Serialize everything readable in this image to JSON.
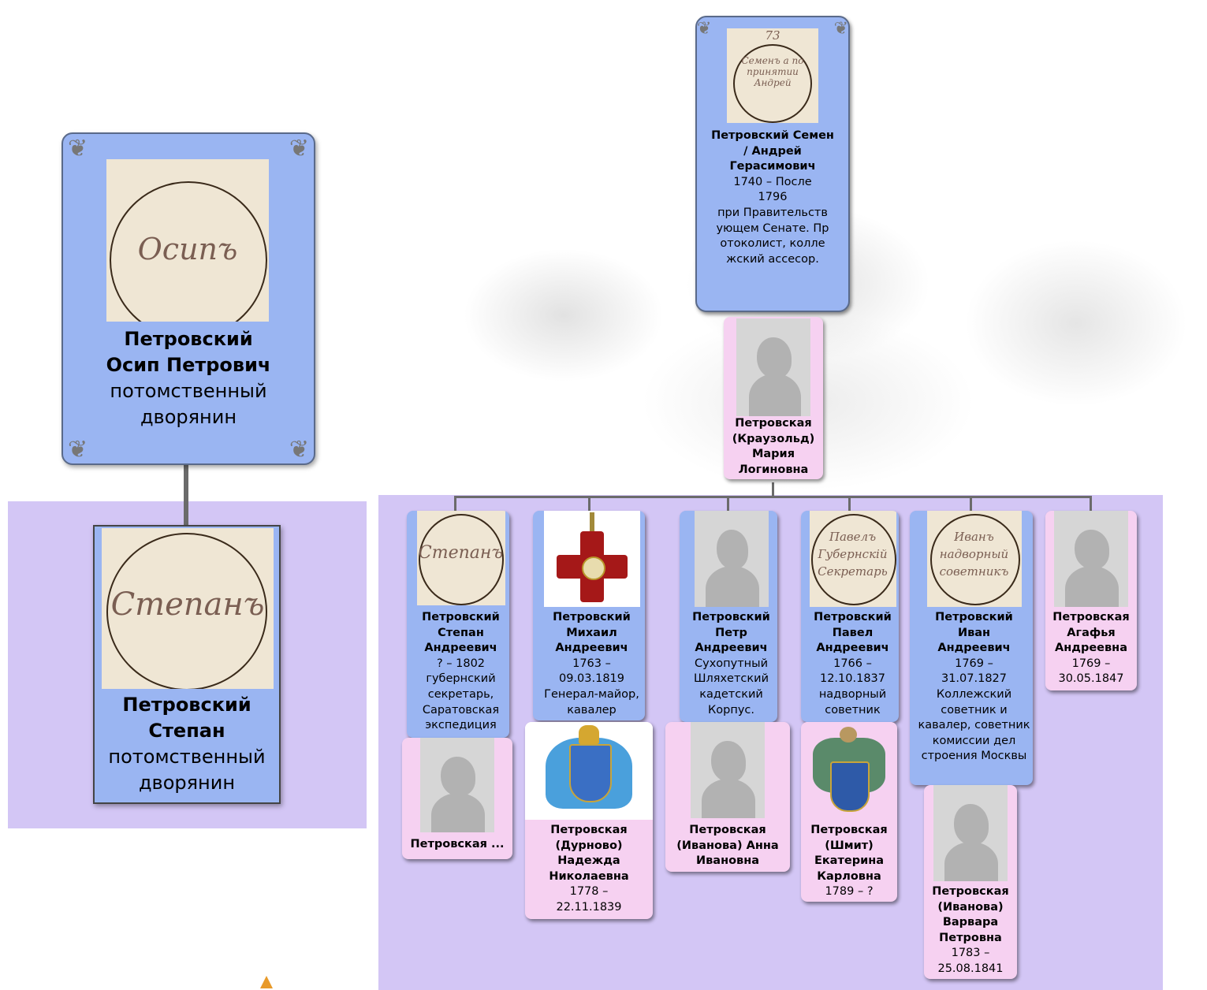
{
  "ancestor": {
    "surname": "Петровский",
    "name": "Осип Петрович",
    "status": "потомственный дворянин",
    "seal_text": "Осипъ"
  },
  "son": {
    "surname": "Петровский",
    "name": "Степан",
    "status": "потомственный дворянин",
    "seal_text": "Степанъ"
  },
  "root": {
    "name": "Петровский Семен / Андрей Герасимович",
    "dates": "1740 – После 1796",
    "note": "при Правительствующем Сенате. Протоколист, коллежский ассесор.",
    "seal_number": "73",
    "seal_text": "Семенъ а по принятии Андрей"
  },
  "root_spouse": {
    "name": "Петровская (Краузольд) Мария Логиновна"
  },
  "children": [
    {
      "name": "Петровский Степан Андреевич",
      "dates": "? – 1802",
      "note": "губернский секретарь, Саратовская экспедиция",
      "seal_text": "Степанъ"
    },
    {
      "name": "Петровский Михаил Андреевич",
      "dates": "1763 – 09.03.1819",
      "note": "Генерал-майор, кавалер"
    },
    {
      "name": "Петровский Петр Андреевич",
      "dates": "",
      "note": "Сухопутный Шляхетский кадетский Корпус."
    },
    {
      "name": "Петровский Павел Андреевич",
      "dates": "1766 – 12.10.1837",
      "note": "надворный советник",
      "seal_text": "Павелъ Губернскій Секретарь"
    },
    {
      "name": "Петровский Иван Андреевич",
      "dates": "1769 – 31.07.1827",
      "note": "Коллежский советник и кавалер, советник комиссии дел строения Москвы",
      "seal_text": "Иванъ надворный советникъ"
    },
    {
      "name": "Петровская Агафья Андреевна",
      "dates": "1769 – 30.05.1847",
      "note": ""
    }
  ],
  "spouses": [
    {
      "name": "Петровская ...",
      "dates": ""
    },
    {
      "name": "Петровская (Дурново) Надежда Николаевна",
      "dates": "1778 – 22.11.1839"
    },
    {
      "name": "Петровская (Иванова) Анна Ивановна",
      "dates": ""
    },
    {
      "name": "Петровская (Шмит) Екатерина Карловна",
      "dates": "1789 – ?"
    },
    {
      "name": "Петровская (Иванова) Варвара Петровна",
      "dates": "1783 – 25.08.1841"
    }
  ],
  "colors": {
    "male": "#9ab5f2",
    "female": "#f6d1f1",
    "panel": "#d3c6f5",
    "connector": "#6b6b6b"
  }
}
